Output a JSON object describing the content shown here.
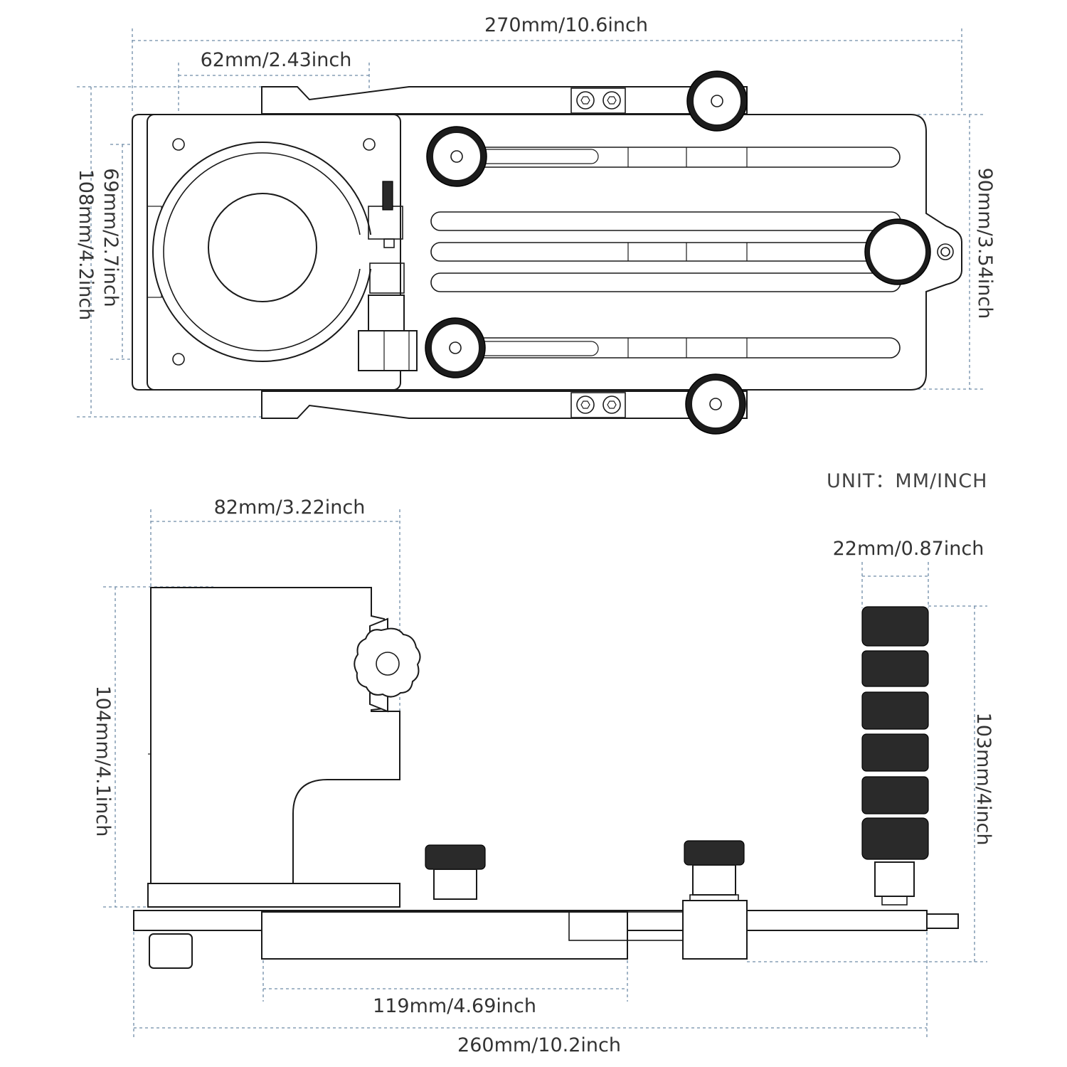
{
  "unit_label": "UNIT：MM/INCH",
  "top_view": {
    "dimensions": {
      "overall_length": "270mm/10.6inch",
      "hole_spacing": "62mm/2.43inch",
      "overall_height": "108mm/4.2inch",
      "hole_height": "69mm/2.7inch",
      "base_height": "90mm/3.54inch"
    }
  },
  "side_view": {
    "dimensions": {
      "block_width": "82mm/3.22inch",
      "handle_diameter": "22mm/0.87inch",
      "block_height": "104mm/4.1inch",
      "handle_height": "103mm/4inch",
      "slide_length": "119mm/4.69inch",
      "overall_length": "260mm/10.2inch"
    }
  }
}
